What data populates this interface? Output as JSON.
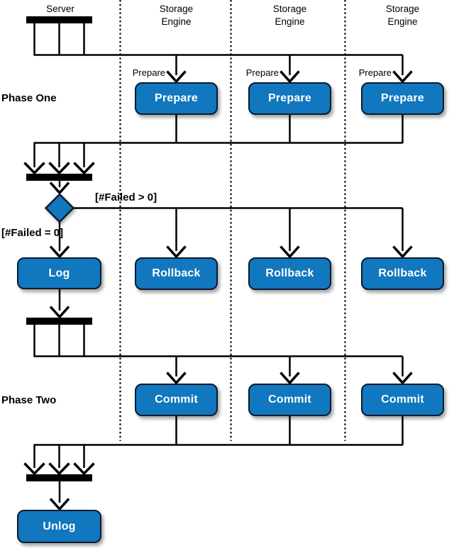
{
  "colors": {
    "node_fill": "#1177BE",
    "node_border": "#0A1B2E",
    "node_text": "#FFFFFF",
    "line": "#000000",
    "label_text": "#000000",
    "background": "#FFFFFF"
  },
  "lanes": [
    {
      "label": "Server"
    },
    {
      "label": "Storage Engine"
    },
    {
      "label": "Storage Engine"
    },
    {
      "label": "Storage Engine"
    }
  ],
  "phase_labels": {
    "one": "Phase One",
    "two": "Phase Two"
  },
  "messages": {
    "prepare": [
      "Prepare",
      "Prepare",
      "Prepare"
    ]
  },
  "guards": {
    "failed_gt": "[#Failed > 0]",
    "failed_eq": "[#Failed = 0]"
  },
  "activities": {
    "prepare": [
      "Prepare",
      "Prepare",
      "Prepare"
    ],
    "rollback": [
      "Rollback",
      "Rollback",
      "Rollback"
    ],
    "commit": [
      "Commit",
      "Commit",
      "Commit"
    ],
    "log": "Log",
    "unlog": "Unlog"
  }
}
